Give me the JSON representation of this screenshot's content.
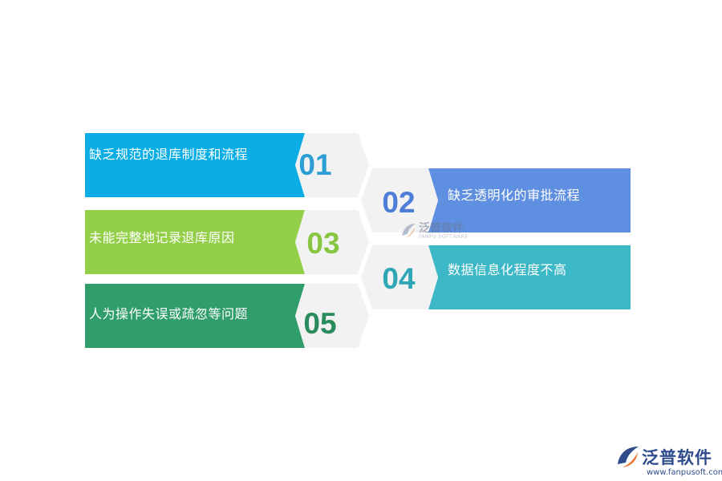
{
  "items": [
    {
      "num": "01",
      "label": "缺乏规范的退库制度和流程",
      "color": "#0aaee4",
      "num_color": "#2e9fd4"
    },
    {
      "num": "02",
      "label": "缺乏透明化的审批流程",
      "color": "#5f8fe0",
      "num_color": "#4d7ed8"
    },
    {
      "num": "03",
      "label": "未能完整地记录退库原因",
      "color": "#94cf4a",
      "num_color": "#86c640"
    },
    {
      "num": "04",
      "label": "数据信息化程度不高",
      "color": "#3db8c6",
      "num_color": "#2fa6b6"
    },
    {
      "num": "05",
      "label": "人为操作失误或疏忽等问题",
      "color": "#2f9e6a",
      "num_color": "#2a8c5e"
    }
  ],
  "watermark": {
    "name": "泛普软件",
    "sub": "FANPU SOFTWARE"
  },
  "logo": {
    "name": "泛普软件",
    "url": "www.fanpusoft.com",
    "icon": "fanpu-logo-icon"
  }
}
